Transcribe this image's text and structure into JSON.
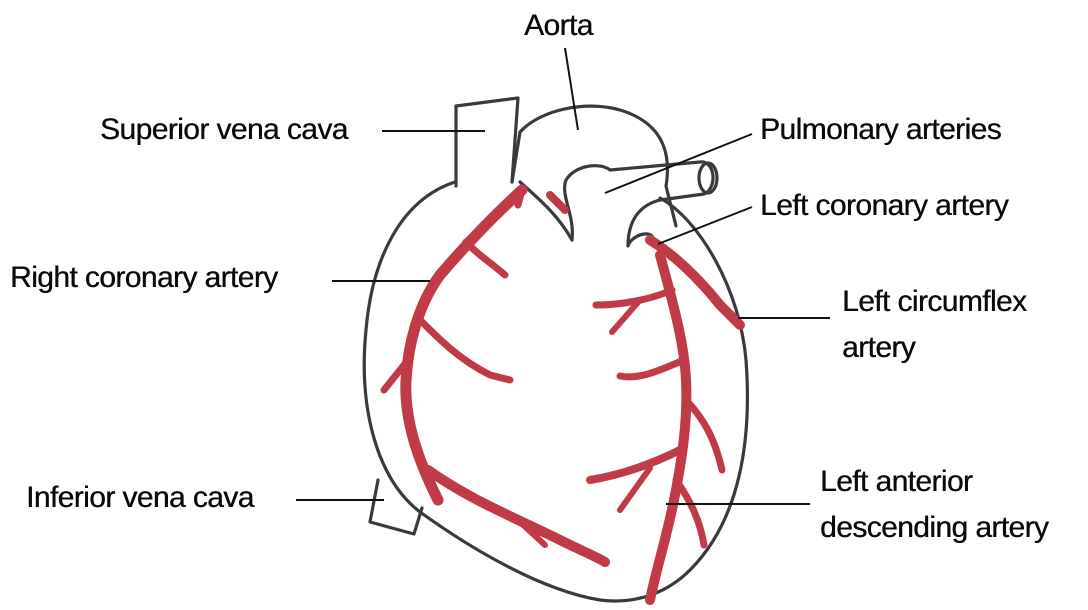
{
  "labels": {
    "aorta": "Aorta",
    "superior_vena_cava": "Superior vena cava",
    "pulmonary_arteries": "Pulmonary arteries",
    "left_coronary_artery": "Left coronary artery",
    "right_coronary_artery": "Right coronary artery",
    "left_circumflex_line1": "Left circumflex",
    "left_circumflex_line2": "artery",
    "inferior_vena_cava": "Inferior vena cava",
    "lad_line1": "Left anterior",
    "lad_line2": "descending artery"
  },
  "colors": {
    "outline": "#3a3a3a",
    "artery": "#c13a48",
    "text": "#0a0a0a",
    "background": "#ffffff"
  }
}
